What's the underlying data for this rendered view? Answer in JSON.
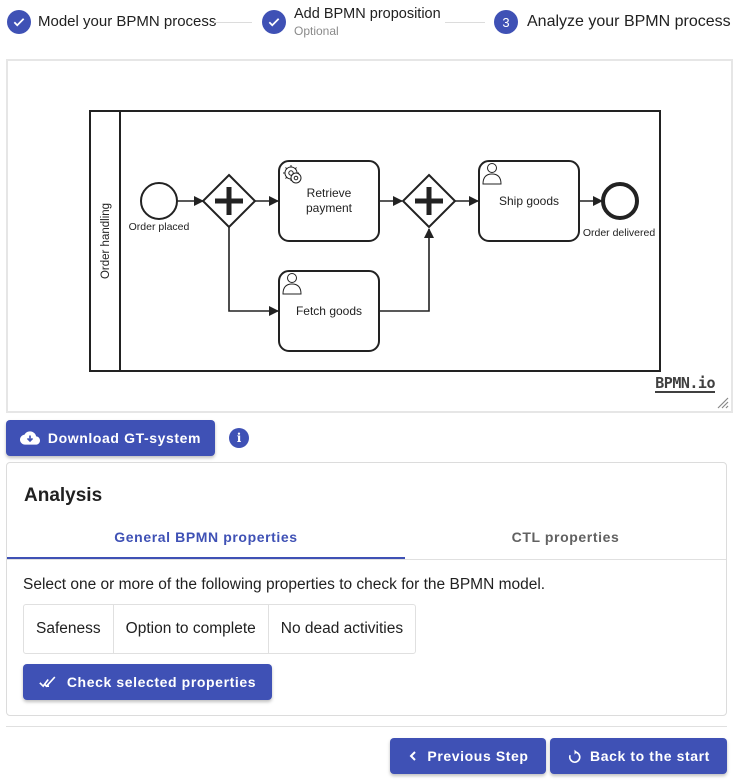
{
  "stepper": {
    "step1": {
      "label": "Model your BPMN process",
      "state": "done"
    },
    "step2": {
      "label": "Add BPMN proposition",
      "sublabel": "Optional",
      "state": "done"
    },
    "step3": {
      "number": "3",
      "label": "Analyze your BPMN process",
      "state": "active"
    }
  },
  "diagram": {
    "pool_label": "Order handling",
    "start_event_label": "Order placed",
    "task_retrieve_payment": [
      "Retrieve",
      "payment"
    ],
    "task_fetch_goods": "Fetch goods",
    "task_ship_goods": "Ship goods",
    "end_event_label": "Order delivered",
    "logo": "BPMN.io"
  },
  "toolbar": {
    "download_label": "Download GT-system",
    "info_icon": "i"
  },
  "analysis": {
    "title": "Analysis",
    "tabs": [
      {
        "label": "General BPMN properties",
        "active": true
      },
      {
        "label": "CTL properties",
        "active": false
      }
    ],
    "description": "Select one or more of the following properties to check for the BPMN model.",
    "properties": [
      "Safeness",
      "Option to complete",
      "No dead activities"
    ],
    "check_label": "Check selected properties"
  },
  "footer": {
    "previous_label": "Previous Step",
    "restart_label": "Back to the start"
  },
  "colors": {
    "primary": "#3f51b5",
    "divider": "#e0e0e0"
  }
}
